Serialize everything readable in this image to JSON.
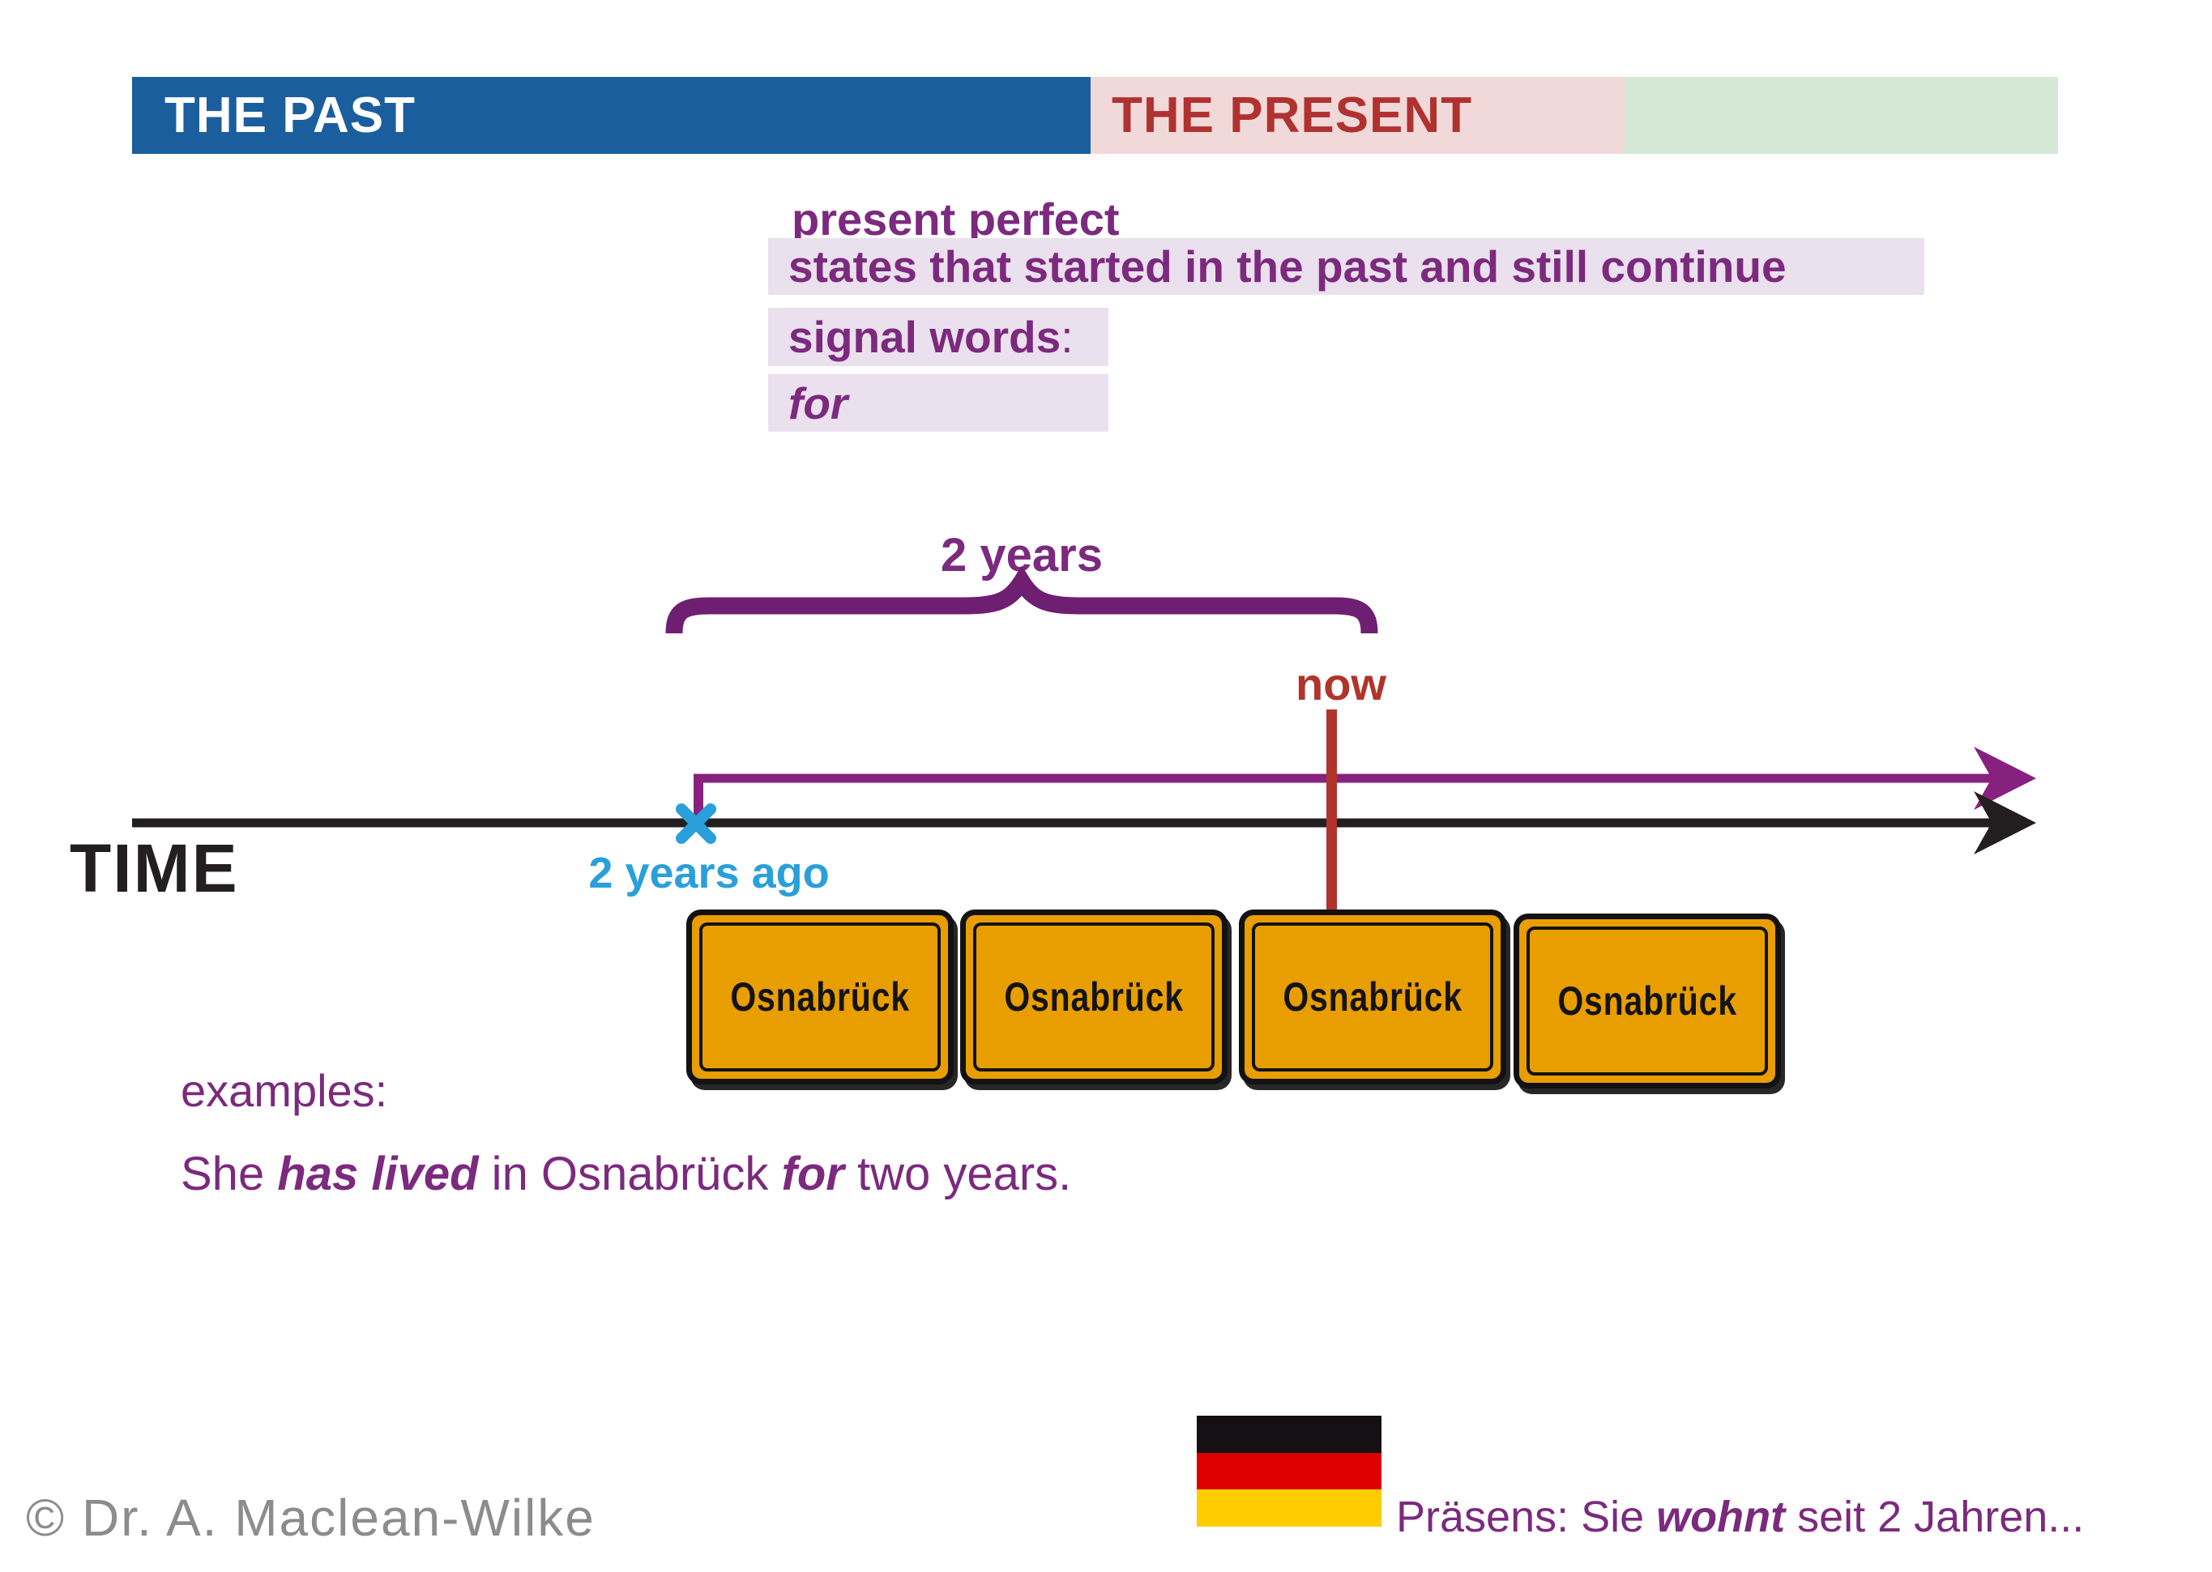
{
  "header": {
    "past_label": "THE PAST",
    "present_label": "THE PRESENT"
  },
  "info": {
    "title": "present perfect",
    "statement": "states that started in the past and still continue",
    "signal_label": "signal words",
    "signal_colon": ":",
    "signal_word": "for"
  },
  "timeline": {
    "duration_label": "2 years",
    "now_label": "now",
    "start_label": "2 years ago",
    "axis_label": "TIME"
  },
  "signs": {
    "label": "Osnabrück",
    "count": 4
  },
  "examples": {
    "heading": "examples:",
    "parts": [
      {
        "text": "She ",
        "style": "normal"
      },
      {
        "text": "has lived",
        "style": "bold-italic"
      },
      {
        "text": " in Osnabrück ",
        "style": "normal"
      },
      {
        "text": "for",
        "style": "bold-italic"
      },
      {
        "text": " two years.",
        "style": "normal"
      }
    ]
  },
  "footer": {
    "copyright": "© Dr. A. Maclean-Wilke",
    "german_parts": [
      {
        "text": "Präsens: Sie ",
        "style": "normal"
      },
      {
        "text": "wohnt",
        "style": "bold-italic"
      },
      {
        "text": " seit 2 Jahren...",
        "style": "normal"
      }
    ]
  },
  "colors": {
    "past_bar": "#1B5E9D",
    "present_bar": "#F2D9D9",
    "present_text": "#B03230",
    "future_bar": "#D5E8D6",
    "purple_text": "#7B2A7E",
    "lavender_bg": "#EBE0ED",
    "brace_purple": "#6F1F72",
    "arrow_purple": "#87217F",
    "now_red": "#B0342B",
    "marker_blue": "#29A0DA",
    "axis_black": "#231F20",
    "sign_orange": "#E99E00",
    "flag_black": "#141014",
    "flag_red": "#DD0000",
    "flag_gold": "#FFCC00",
    "copyright_gray": "#8C8C8C"
  }
}
